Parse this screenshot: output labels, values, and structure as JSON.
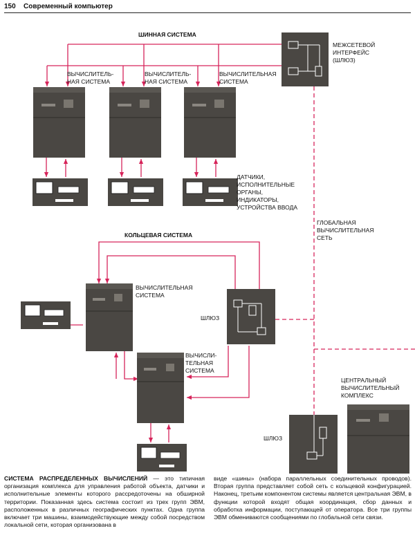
{
  "header": {
    "page_number": "150",
    "title": "Современный компьютер"
  },
  "labels": {
    "bus_system": "ШИННАЯ СИСТЕМА",
    "bus_comp_1": [
      "ВЫЧИСЛИТЕЛЬ-",
      "НАЯ СИСТЕМА"
    ],
    "bus_comp_2": [
      "ВЫЧИСЛИТЕЛЬ-",
      "НАЯ СИСТЕМА"
    ],
    "bus_comp_3": [
      "ВЫЧИСЛИТЕЛЬНАЯ",
      "СИСТЕМА"
    ],
    "internet_gateway": [
      "МЕЖСЕТЕВОЙ",
      "ИНТЕРФЕЙС",
      "(ШЛЮЗ)"
    ],
    "sensors": [
      "ДАТЧИКИ,",
      "ИСПОЛНИТЕЛЬНЫЕ",
      "ОРГАНЫ,",
      "ИНДИКАТОРЫ,",
      "УСТРОЙСТВА ВВОДА"
    ],
    "global_network": [
      "ГЛОБАЛЬНАЯ",
      "ВЫЧИСЛИТЕЛЬНАЯ",
      "СЕТЬ"
    ],
    "ring_system": "КОЛЬЦЕВАЯ СИСТЕМА",
    "ring_comp_1": [
      "ВЫЧИСЛИТЕЛЬНАЯ",
      "СИСТЕМА"
    ],
    "ring_comp_2": [
      "ВЫЧИСЛИ-",
      "ТЕЛЬНАЯ",
      "СИСТЕМА"
    ],
    "ring_gateway": "ШЛЮЗ",
    "central_complex": [
      "ЦЕНТРАЛЬНЫЙ",
      "ВЫЧИСЛИТЕЛЬНЫЙ",
      "КОМПЛЕКС"
    ],
    "central_gateway": "ШЛЮЗ"
  },
  "colors": {
    "link": "#d6245a",
    "machine": "#4a4743",
    "machine_dark": "#3b3834",
    "terminal": "#4a4743"
  },
  "caption": {
    "title": "СИСТЕМА РАСПРЕДЕЛЕННЫХ ВЫЧИСЛЕНИЙ",
    "left_text": " — это типичная организация комплекса для управления работой объекта, датчики и исполнительные элементы которого рассредоточены на обширной территории. Показанная здесь система состоит из трех групп ЭВМ, расположенных в различных географических пунктах. Одна группа включает три машины, взаимодействующие между собой посредством локальной сети, которая организована в",
    "right_text": "виде «шины» (набора параллельных соединительных проводов). Вторая группа представляет собой сеть с кольцевой конфигурацией. Наконец, третьим компонентом системы является центральная ЭВМ, в функции которой входят общая координация, сбор данных и обработка информации, поступающей от оператора. Все три группы ЭВМ обмениваются сообщениями по глобальной сети связи."
  }
}
